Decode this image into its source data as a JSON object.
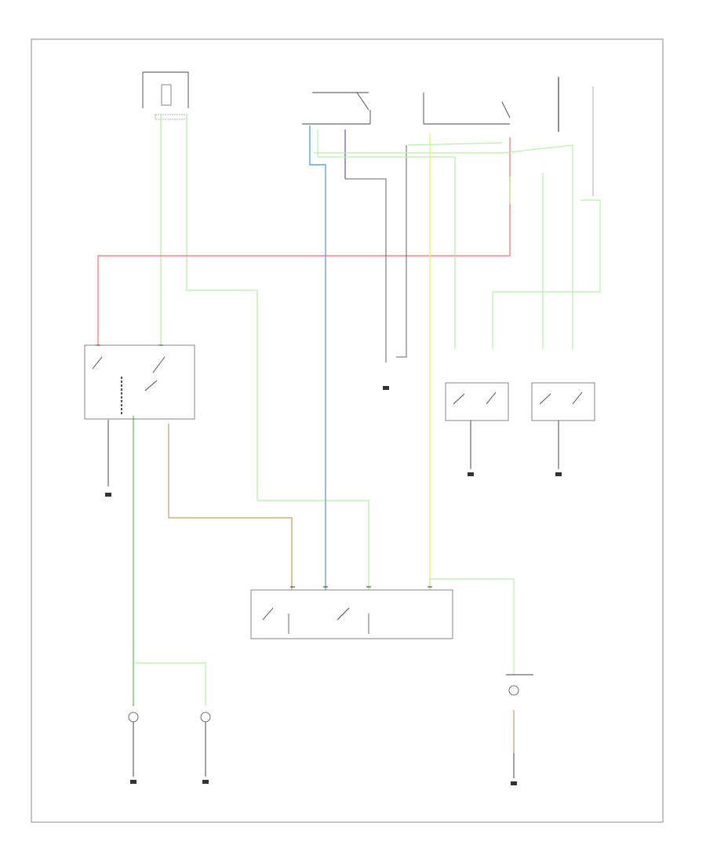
{
  "diagram": {
    "footer_code": "",
    "colors": {
      "green": "#b8f0a6",
      "red": "#ff8088",
      "blue": "#5aa6d9",
      "yellow": "#eef57a",
      "tan": "#c8a36a",
      "dark_green": "#7fc27f",
      "purple": "#5a4fd0",
      "gray": "#555555"
    },
    "components": [
      {
        "id": "hot-at-all-times-fuse",
        "label": ""
      },
      {
        "id": "hot-in-run-left-fuse",
        "label": ""
      },
      {
        "id": "hot-in-run-right-fuse",
        "label": ""
      },
      {
        "id": "dual-light-switch",
        "label": ""
      },
      {
        "id": "left-door-switch",
        "label": ""
      },
      {
        "id": "right-door-switch",
        "label": ""
      },
      {
        "id": "multifunction-module",
        "label": ""
      },
      {
        "id": "cargo-lamp",
        "label": ""
      },
      {
        "id": "left-footwell-lamp",
        "label": ""
      },
      {
        "id": "right-footwell-lamp",
        "label": ""
      }
    ]
  }
}
